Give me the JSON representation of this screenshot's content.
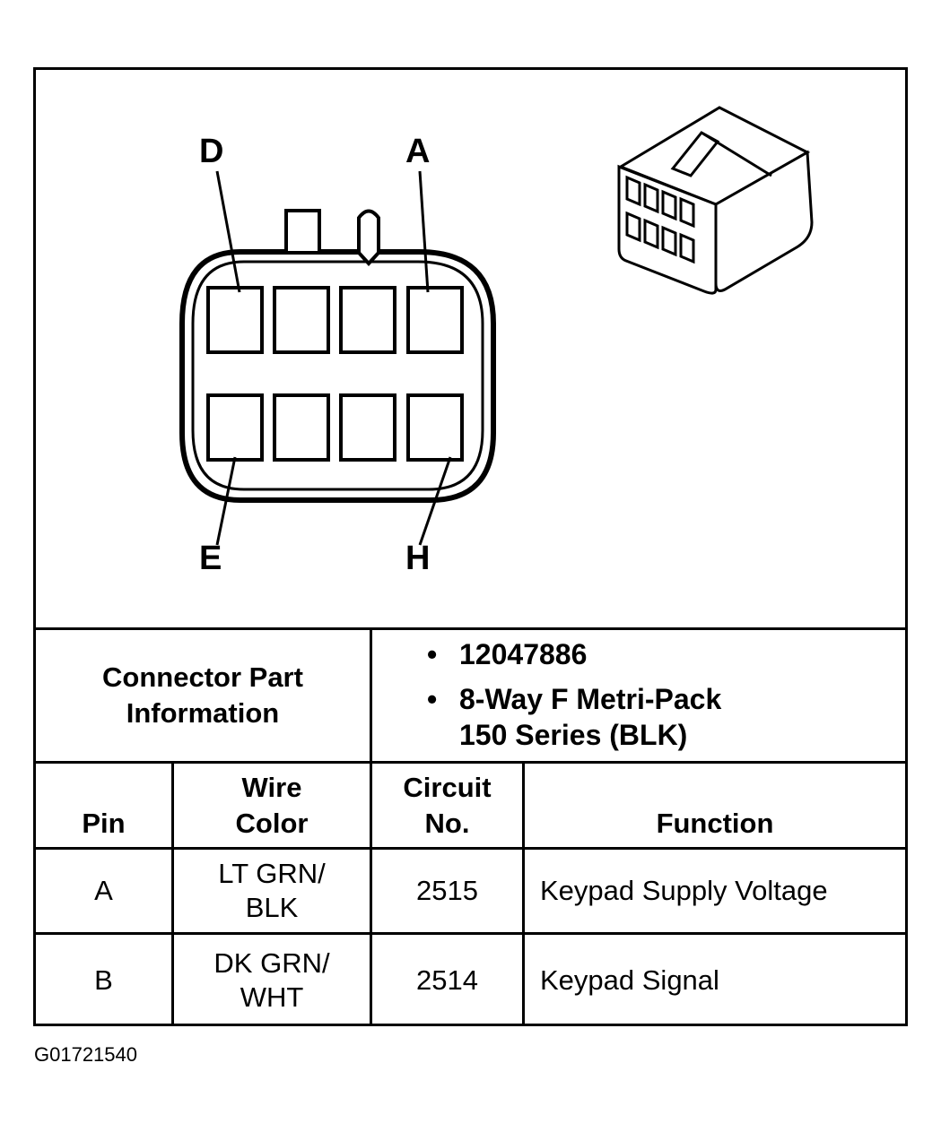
{
  "diagram": {
    "pin_labels": {
      "top_left": "D",
      "top_right": "A",
      "bottom_left": "E",
      "bottom_right": "H"
    }
  },
  "part_info": {
    "label_line1": "Connector Part",
    "label_line2": "Information",
    "part_number": "12047886",
    "description_line1": "8-Way F Metri-Pack",
    "description_line2": "150 Series (BLK)"
  },
  "table": {
    "headers": {
      "pin": "Pin",
      "wire_color_line1": "Wire",
      "wire_color_line2": "Color",
      "circuit_line1": "Circuit",
      "circuit_line2": "No.",
      "function": "Function"
    },
    "rows": [
      {
        "pin": "A",
        "wire_line1": "LT GRN/",
        "wire_line2": "BLK",
        "circuit": "2515",
        "function": "Keypad Supply Voltage"
      },
      {
        "pin": "B",
        "wire_line1": "DK GRN/",
        "wire_line2": "WHT",
        "circuit": "2514",
        "function": "Keypad Signal"
      }
    ]
  },
  "figure_id": "G01721540"
}
